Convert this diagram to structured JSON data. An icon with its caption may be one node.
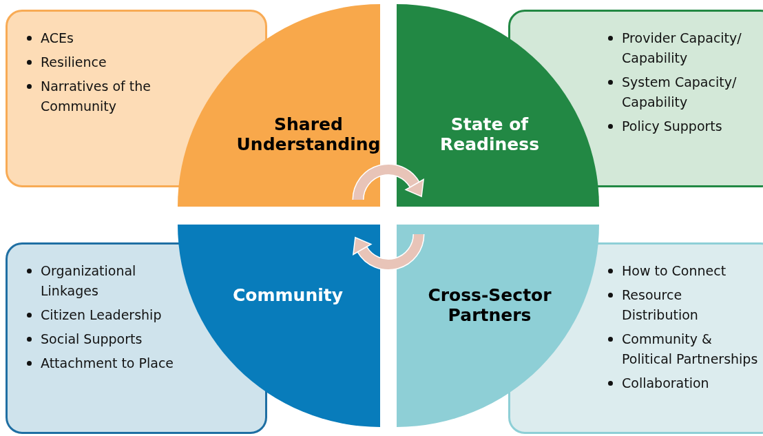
{
  "diagram": {
    "nodes": [
      {
        "text": [
          "ACEs",
          "Resilience",
          "Narratives of the Community"
        ]
      },
      {
        "text": [
          "Shared Understanding"
        ]
      },
      {
        "text": [
          "State of Readiness"
        ]
      },
      {
        "text": [
          "Provider Capacity/ Capability",
          "System Capacity/ Capability",
          "Policy Supports"
        ]
      },
      {
        "text": [
          "Organizational Linkages",
          "Citizen Leadership",
          "Social Supports",
          "Attachment to Place"
        ]
      },
      {
        "text": [
          "Community"
        ]
      },
      {
        "text": [
          "Cross-Sector Partners"
        ]
      },
      {
        "text": [
          "How to Connect",
          "Resource Distribution",
          "Community & Political Partnerships",
          "Collaboration"
        ]
      }
    ],
    "edges": [
      {
        "from": 1,
        "to": 2,
        "arrow": "to"
      },
      {
        "from": 6,
        "to": 5,
        "arrow": "to"
      }
    ]
  }
}
